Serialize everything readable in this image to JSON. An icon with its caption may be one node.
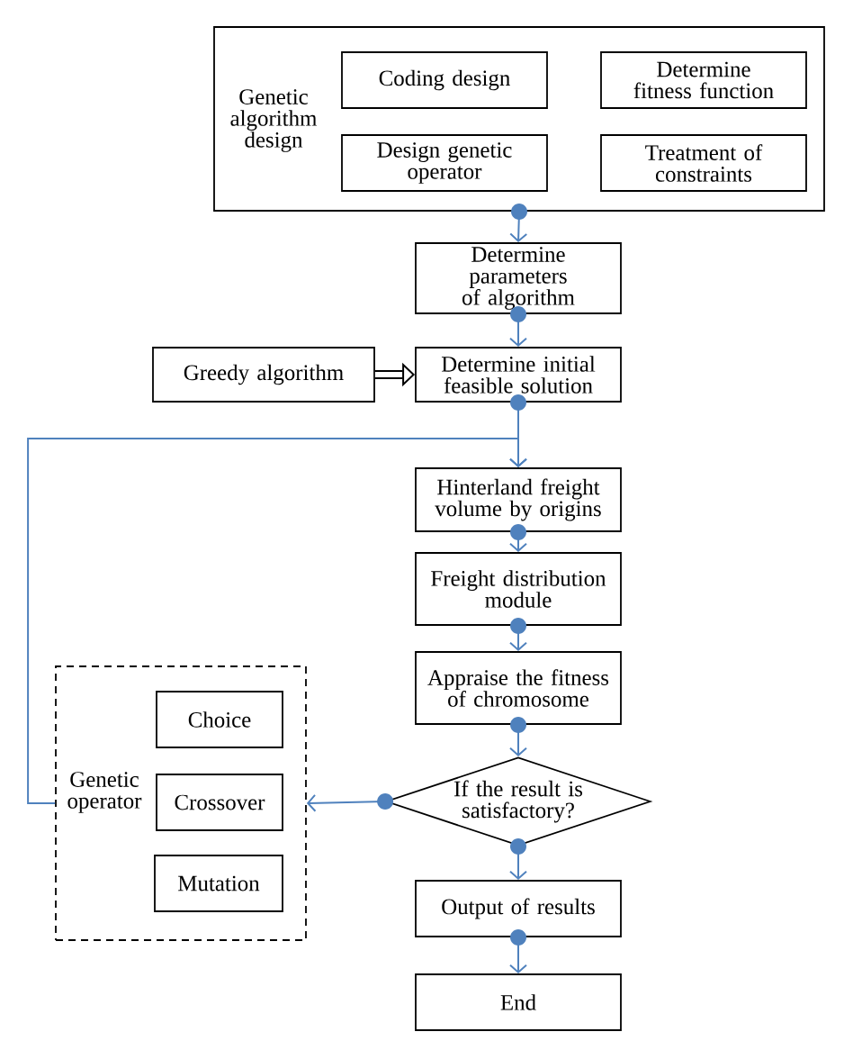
{
  "diagram": {
    "nodes": [
      {
        "text": [
          "Genetic algorithm design"
        ]
      },
      {
        "text": [
          "Coding design"
        ],
        "in": 0
      },
      {
        "text": [
          "Determine fitness function"
        ],
        "in": 0
      },
      {
        "text": [
          "Design genetic operator"
        ],
        "in": 0
      },
      {
        "text": [
          "Treatment of constraints"
        ],
        "in": 0
      },
      {
        "text": [
          "Determine parameters of algorithm"
        ]
      },
      {
        "text": [
          "Greedy algorithm"
        ]
      },
      {
        "text": [
          "Determine initial feasible solution"
        ]
      },
      {
        "text": [
          "Hinterland freight volume by origins"
        ]
      },
      {
        "text": [
          "Freight distribution module"
        ]
      },
      {
        "text": [
          "Appraise the fitness of chromosome"
        ]
      },
      {
        "text": [
          "If the result is satisfactory?"
        ]
      },
      {
        "text": [
          "Genetic operator"
        ]
      },
      {
        "text": [
          "Choice"
        ],
        "in": 12
      },
      {
        "text": [
          "Crossover"
        ],
        "in": 12
      },
      {
        "text": [
          "Mutation"
        ],
        "in": 12
      },
      {
        "text": [
          "Output of results"
        ]
      },
      {
        "text": [
          "End"
        ]
      }
    ],
    "edges": [
      {
        "from": 0,
        "to": 5,
        "arrow": "to"
      },
      {
        "from": 5,
        "to": 7,
        "arrow": "to"
      },
      {
        "from": 6,
        "to": 7,
        "arrow": "to",
        "style": "thick",
        "color": "#000000"
      },
      {
        "from": 7,
        "to": 8,
        "arrow": "to"
      },
      {
        "from": 8,
        "to": 9,
        "arrow": "to"
      },
      {
        "from": 9,
        "to": 10,
        "arrow": "to"
      },
      {
        "from": 10,
        "to": 11,
        "arrow": "to"
      },
      {
        "from": 11,
        "to": 12,
        "arrow": "to"
      },
      {
        "from": 12,
        "to": 8,
        "arrow": "to"
      },
      {
        "from": 11,
        "to": 16,
        "arrow": "to"
      },
      {
        "from": 16,
        "to": 17,
        "arrow": "to"
      }
    ]
  }
}
